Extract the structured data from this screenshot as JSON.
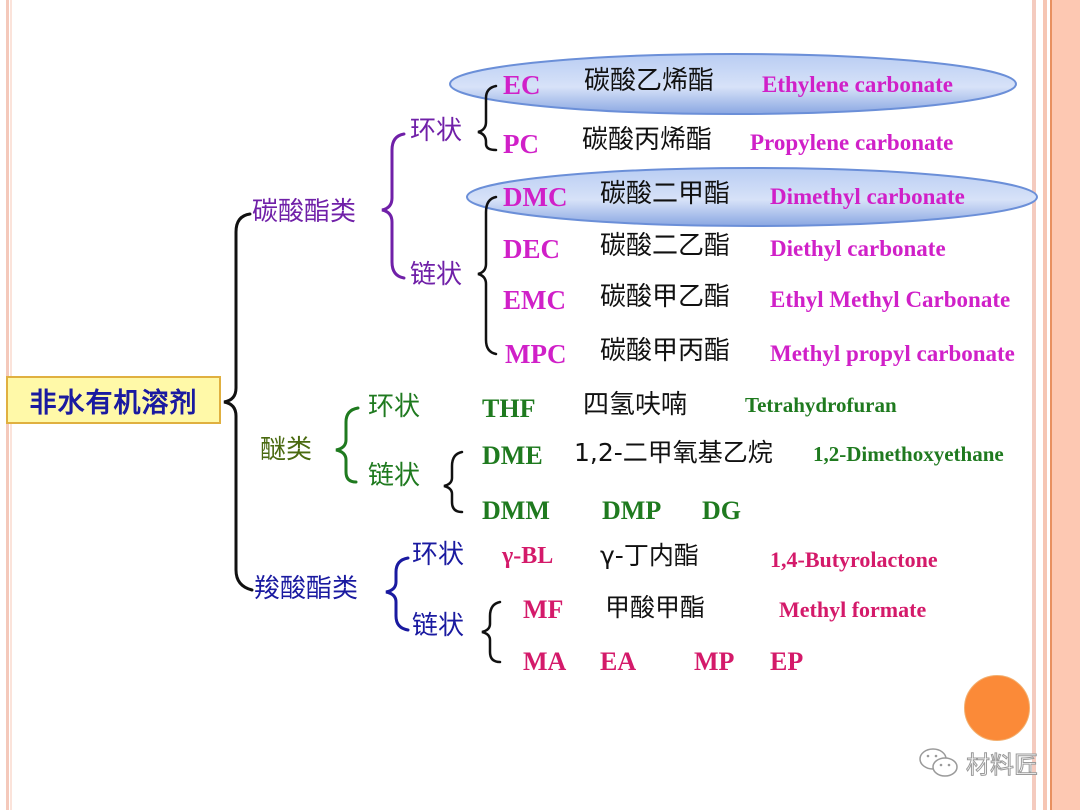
{
  "colors": {
    "carbonate_cn": "#7020a8",
    "carbonate_en": "#d020c8",
    "ether": "#1f7a1f",
    "ether_cat": "#4a6a10",
    "carboxylate_cn": "#1a1aa0",
    "carboxylate_en": "#d41a6a",
    "highlight": "#8fb0e8",
    "root_bg": "#fff9a8",
    "accent_dot": "#fb8a38"
  },
  "root": {
    "label": "非水有机溶剂"
  },
  "carbonates": {
    "label": "碳酸酯类",
    "cyclic": {
      "label": "环状",
      "items": [
        {
          "abbr": "EC",
          "cn": "碳酸乙烯酯",
          "en": "Ethylene carbonate",
          "highlighted": true
        },
        {
          "abbr": "PC",
          "cn": "碳酸丙烯酯",
          "en": "Propylene carbonate",
          "highlighted": false
        }
      ]
    },
    "linear": {
      "label": "链状",
      "items": [
        {
          "abbr": "DMC",
          "cn": "碳酸二甲酯",
          "en": "Dimethyl carbonate",
          "highlighted": true
        },
        {
          "abbr": "DEC",
          "cn": "碳酸二乙酯",
          "en": "Diethyl carbonate",
          "highlighted": false
        },
        {
          "abbr": "EMC",
          "cn": "碳酸甲乙酯",
          "en": "Ethyl Methyl Carbonate",
          "highlighted": false
        },
        {
          "abbr": "MPC",
          "cn": "碳酸甲丙酯",
          "en": "Methyl propyl carbonate",
          "highlighted": false
        }
      ]
    }
  },
  "ethers": {
    "label": "醚类",
    "cyclic": {
      "label": "环状",
      "items": [
        {
          "abbr": "THF",
          "cn": "四氢呋喃",
          "en": "Tetrahydrofuran"
        }
      ]
    },
    "linear": {
      "label": "链状",
      "items": [
        {
          "abbr": "DME",
          "cn": "1,2-二甲氧基乙烷",
          "en": "1,2-Dimethoxyethane"
        }
      ],
      "others": [
        "DMM",
        "DMP",
        "DG"
      ]
    }
  },
  "carboxylates": {
    "label": "羧酸酯类",
    "cyclic": {
      "label": "环状",
      "items": [
        {
          "abbr": "γ-BL",
          "cn": "γ-丁内酯",
          "en": "1,4-Butyrolactone"
        }
      ]
    },
    "linear": {
      "label": "链状",
      "items": [
        {
          "abbr": "MF",
          "cn": "甲酸甲酯",
          "en": "Methyl formate"
        }
      ],
      "others": [
        "MA",
        "EA",
        "MP",
        "EP"
      ]
    }
  },
  "watermark": {
    "label": "材料匠"
  }
}
